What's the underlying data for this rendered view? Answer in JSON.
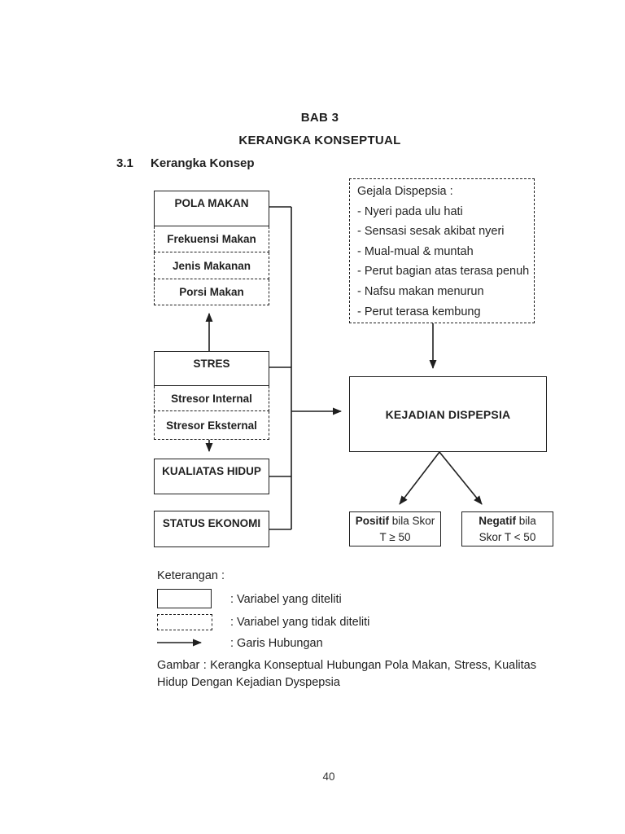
{
  "page": {
    "chapter_heading": "BAB 3",
    "chapter_title": "KERANGKA KONSEPTUAL",
    "section_number": "3.1",
    "section_title": "Kerangka Konsep",
    "page_number": "40",
    "text_color": "#1f1f1f",
    "background_color": "#ffffff"
  },
  "diagram": {
    "boxes": {
      "pola_makan": "POLA MAKAN",
      "frekuensi_makan": "Frekuensi Makan",
      "jenis_makanan": "Jenis Makanan",
      "porsi_makan": "Porsi Makan",
      "stres": "STRES",
      "stresor_internal": "Stresor Internal",
      "stresor_eksternal": "Stresor Eksternal",
      "kualiatas_hidup": "KUALIATAS HIDUP",
      "status_ekonomi": "STATUS EKONOMI",
      "kejadian_dispepsia": "KEJADIAN DISPEPSIA"
    },
    "gejala": {
      "title": "Gejala Dispepsia :",
      "items": [
        "- Nyeri pada ulu hati",
        "- Sensasi sesak akibat nyeri",
        "- Mual-mual & muntah",
        "- Perut bagian atas terasa penuh",
        "- Nafsu makan menurun",
        "- Perut terasa kembung"
      ]
    },
    "positif": {
      "bold": "Positif",
      "rest": " bila Skor",
      "line2": "T ≥ 50"
    },
    "negatif": {
      "bold": "Negatif",
      "rest": " bila",
      "line2": "Skor T < 50"
    }
  },
  "legend": {
    "title": "Keterangan :",
    "solid_label": ": Variabel yang diteliti",
    "dashed_label": ": Variabel yang tidak diteliti",
    "arrow_label": ": Garis Hubungan"
  },
  "caption": {
    "text": "Gambar : Kerangka Konseptual Hubungan Pola Makan, Stress, Kualitas Hidup Dengan Kejadian Dyspepsia"
  }
}
